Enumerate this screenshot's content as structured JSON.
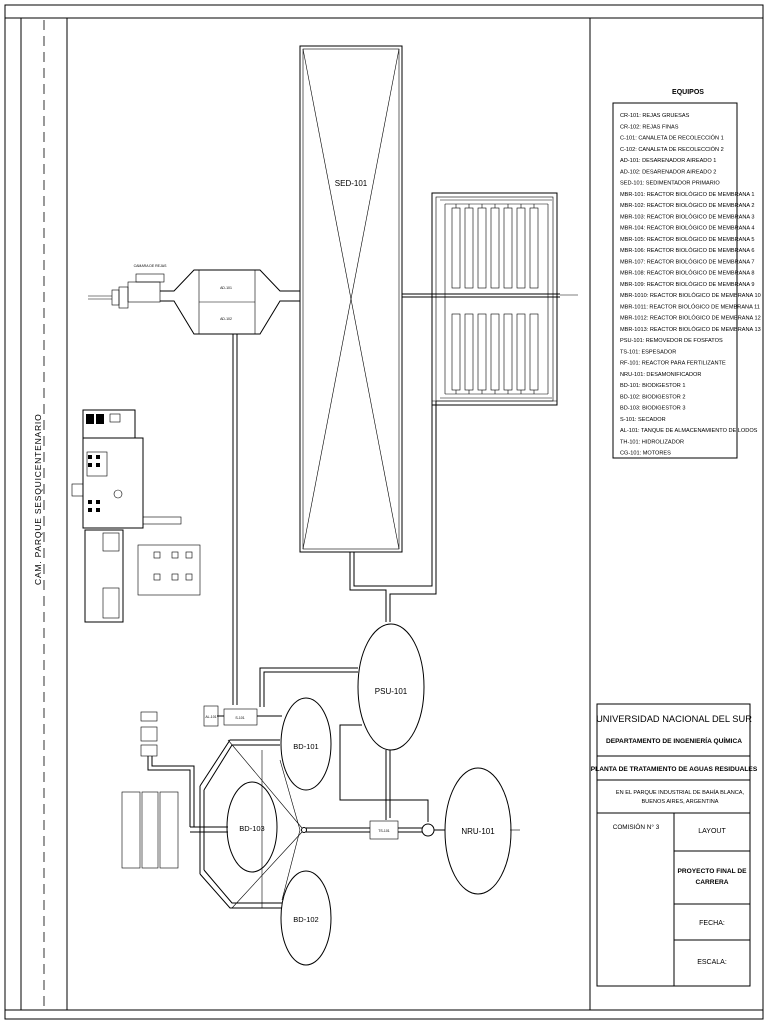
{
  "street_label": "CAM. PARQUE SESQUICENTENARIO",
  "equipment": {
    "title": "EQUIPOS",
    "items": [
      "CR-101: REJAS GRUESAS",
      "CR-102: REJAS FINAS",
      "C-101: CANALETA DE RECOLECCIÓN 1",
      "C-102: CANALETA DE RECOLECCIÓN 2",
      "AD-101: DESARENADOR AIREADO 1",
      "AD-102: DESARENADOR AIREADO 2",
      "SED-101: SEDIMENTADOR PRIMARIO",
      "MBR-101: REACTOR BIOLÓGICO DE MEMBRANA 1",
      "MBR-102: REACTOR BIOLÓGICO DE MEMBRANA 2",
      "MBR-103: REACTOR BIOLÓGICO DE MEMBRANA 3",
      "MBR-104: REACTOR BIOLÓGICO DE MEMBRANA 4",
      "MBR-105: REACTOR BIOLÓGICO DE MEMBRANA 5",
      "MBR-106: REACTOR BIOLÓGICO DE MEMBRANA 6",
      "MBR-107: REACTOR BIOLÓGICO DE MEMBRANA 7",
      "MBR-108: REACTOR BIOLÓGICO DE MEMBRANA 8",
      "MBR-109: REACTOR BIOLÓGICO DE MEMBRANA 9",
      "MBR-1010: REACTOR BIOLÓGICO DE MEMBRANA 10",
      "MBR-1011: REACTOR BIOLÓGICO DE MEMBRANA 11",
      "MBR-1012: REACTOR BIOLÓGICO DE MEMBRANA 12",
      "MBR-1013: REACTOR BIOLÓGICO DE MEMBRANA 13",
      "PSU-101: REMOVEDOR DE FOSFATOS",
      "TS-101: ESPESADOR",
      "RF-101: REACTOR PARA FERTILIZANTE",
      "NRU-101: DESAMONIFICADOR",
      "BD-101: BIODIGESTOR 1",
      "BD-102: BIODIGESTOR 2",
      "BD-103: BIODIGESTOR 3",
      "S-101: SECADOR",
      "AL-101: TANQUE DE ALMACENAMIENTO DE LODOS",
      "TH-101: HIDROLIZADOR",
      "CG-101: MOTORES"
    ]
  },
  "labels": {
    "sed": "SED-101",
    "psu": "PSU-101",
    "bd101": "BD-101",
    "bd102": "BD-102",
    "bd103": "BD-103",
    "nru": "NRU-101",
    "camara": "CAMARA DE REJAS",
    "ad101": "AD-101",
    "ad102": "AD-102",
    "s101": "S-101",
    "al101": "AL-101",
    "ts101": "TS-101"
  },
  "title_block": {
    "university": "UNIVERSIDAD NACIONAL DEL SUR",
    "department": "DEPARTAMENTO DE INGENIERÍA QUÍMICA",
    "plant": "PLANTA DE TRATAMIENTO DE AGUAS RESIDUALES",
    "location_line1": "EN EL PARQUE INDUSTRIAL DE BAHÍA BLANCA,",
    "location_line2": "BUENOS AIRES, ARGENTINA",
    "commission": "COMISIÓN N° 3",
    "layout": "LAYOUT",
    "project_line1": "PROYECTO FINAL DE",
    "project_line2": "CARRERA",
    "date_label": "FECHA:",
    "scale_label": "ESCALA:"
  }
}
